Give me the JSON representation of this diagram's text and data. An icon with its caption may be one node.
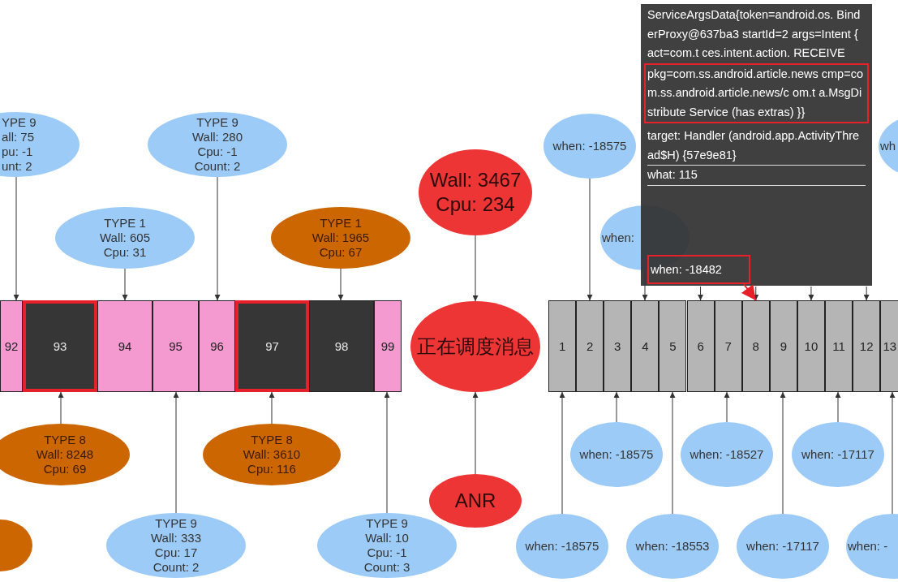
{
  "diagram": {
    "nodes": [
      {
        "text": [
          "ServiceArgsData{token=android.os. BinderProxy@637ba3 startId=2 args=Intent { act=com.t ces.intent.action. RECEIVE",
          "target: Handler (android.app.ActivityThread$H) {57e9e81}",
          "what: 115"
        ]
      },
      {
        "text": [
          "pkg=com.ss.android.article.news cmp=com.ss.android.article.news/c om.t a.MsgDistribute Service (has extras) }}"
        ],
        "in": 0
      },
      {
        "text": [
          "when: -18482"
        ],
        "in": 0
      },
      {
        "text": [
          "YPE 9",
          "all: 75",
          "pu: -1",
          "unt: 2"
        ]
      },
      {
        "text": [
          "TYPE 9",
          "Wall: 280",
          "Cpu: -1",
          "Count: 2"
        ]
      },
      {
        "text": [
          "when: -18575"
        ]
      },
      {
        "text": [
          "wh"
        ]
      },
      {
        "text": [
          "Wall: 3467",
          "Cpu: 234"
        ]
      },
      {
        "text": [
          "TYPE 1",
          "Wall: 605",
          "Cpu: 31"
        ]
      },
      {
        "text": [
          "TYPE 1",
          "Wall: 1965",
          "Cpu: 67"
        ]
      },
      {
        "text": [
          "when:"
        ]
      },
      {
        "text": [
          "92"
        ]
      },
      {
        "text": [
          "93"
        ]
      },
      {
        "text": [
          "94"
        ]
      },
      {
        "text": [
          "95"
        ]
      },
      {
        "text": [
          "96"
        ]
      },
      {
        "text": [
          "97"
        ]
      },
      {
        "text": [
          "98"
        ]
      },
      {
        "text": [
          "99"
        ]
      },
      {
        "text": [
          "正在调度消息"
        ]
      },
      {
        "text": [
          "1"
        ]
      },
      {
        "text": [
          "2"
        ]
      },
      {
        "text": [
          "3"
        ]
      },
      {
        "text": [
          "4"
        ]
      },
      {
        "text": [
          "5"
        ]
      },
      {
        "text": [
          "6"
        ]
      },
      {
        "text": [
          "7"
        ]
      },
      {
        "text": [
          "8"
        ]
      },
      {
        "text": [
          "9"
        ]
      },
      {
        "text": [
          "10"
        ]
      },
      {
        "text": [
          "11"
        ]
      },
      {
        "text": [
          "12"
        ]
      },
      {
        "text": [
          "13"
        ]
      },
      {
        "text": [
          "TYPE 8",
          "Wall: 8248",
          "Cpu: 69"
        ]
      },
      {
        "text": [
          "TYPE 8",
          "Wall: 3610",
          "Cpu: 116"
        ]
      },
      {
        "text": [
          "when: -18575"
        ]
      },
      {
        "text": [
          "when: -18527"
        ]
      },
      {
        "text": [
          "when: -17117"
        ]
      },
      {
        "text": [
          "ANR"
        ]
      },
      {
        "text": [],
        "shape": "circle"
      },
      {
        "text": [
          "TYPE 9",
          "Wall: 333",
          "Cpu: 17",
          "Count: 2"
        ]
      },
      {
        "text": [
          "TYPE 9",
          "Wall: 10",
          "Cpu: -1",
          "Count: 3"
        ]
      },
      {
        "text": [
          "when: -18575"
        ]
      },
      {
        "text": [
          "when: -18553"
        ]
      },
      {
        "text": [
          "when: -17117"
        ]
      },
      {
        "text": [
          "when: -"
        ]
      }
    ],
    "edges": [
      {
        "from": 3,
        "to": 11,
        "arrow": "to"
      },
      {
        "from": 8,
        "to": 13,
        "arrow": "to"
      },
      {
        "from": 4,
        "to": 15,
        "arrow": "to"
      },
      {
        "from": 9,
        "to": 17,
        "arrow": "to"
      },
      {
        "from": 33,
        "to": 12,
        "arrow": "to"
      },
      {
        "from": 40,
        "to": 14,
        "arrow": "to"
      },
      {
        "from": 34,
        "to": 16,
        "arrow": "to"
      },
      {
        "from": 41,
        "to": 18,
        "arrow": "to"
      },
      {
        "from": 7,
        "to": 19,
        "arrow": "to"
      },
      {
        "from": 38,
        "to": 19,
        "arrow": "to"
      },
      {
        "from": 5,
        "to": 21,
        "arrow": "to"
      },
      {
        "from": 10,
        "to": 23,
        "arrow": "to"
      },
      {
        "from": 0,
        "to": 25,
        "arrow": "to"
      },
      {
        "from": 0,
        "to": 27,
        "arrow": "to"
      },
      {
        "from": 0,
        "to": 29,
        "arrow": "to"
      },
      {
        "from": 0,
        "to": 31,
        "arrow": "to"
      },
      {
        "from": 2,
        "to": 27,
        "arrow": "to",
        "color": "#e8202a"
      },
      {
        "from": 42,
        "to": 20,
        "arrow": "to"
      },
      {
        "from": 35,
        "to": 22,
        "arrow": "to"
      },
      {
        "from": 43,
        "to": 24,
        "arrow": "to"
      },
      {
        "from": 36,
        "to": 26,
        "arrow": "to"
      },
      {
        "from": 44,
        "to": 28,
        "arrow": "to"
      },
      {
        "from": 37,
        "to": 30,
        "arrow": "to"
      },
      {
        "from": 45,
        "to": 32,
        "arrow": "to"
      }
    ]
  }
}
